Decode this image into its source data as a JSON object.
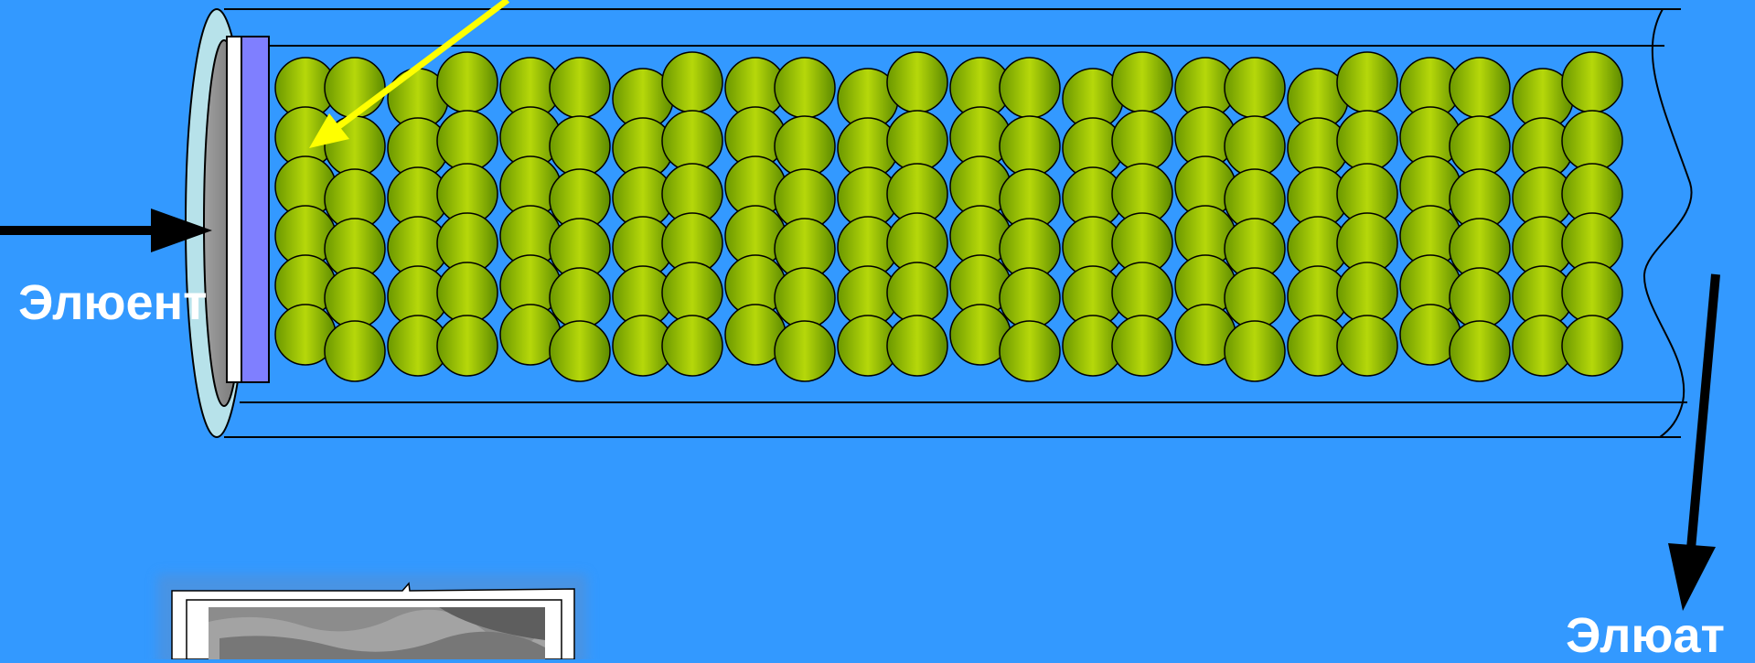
{
  "labels": {
    "inlet": "Элюент",
    "outlet": "Элюат"
  },
  "colors": {
    "background": "#3399ff",
    "particle_light": "#b6d80a",
    "particle_dark": "#5c8a00",
    "frit": "#7f7fff",
    "end_fitting": "#b7e2ea",
    "pointer_arrow": "#ffff00",
    "flow_arrow": "#000000"
  },
  "packing": {
    "column_pairs": 12,
    "particles_per_column": 6
  },
  "icons": {
    "packed_particle": "sphere",
    "inlet_arrow": "arrow-right",
    "outlet_arrow": "arrow-down",
    "pointer": "arrow-down-left",
    "micrograph": "sem-micrograph-thumbnail"
  }
}
